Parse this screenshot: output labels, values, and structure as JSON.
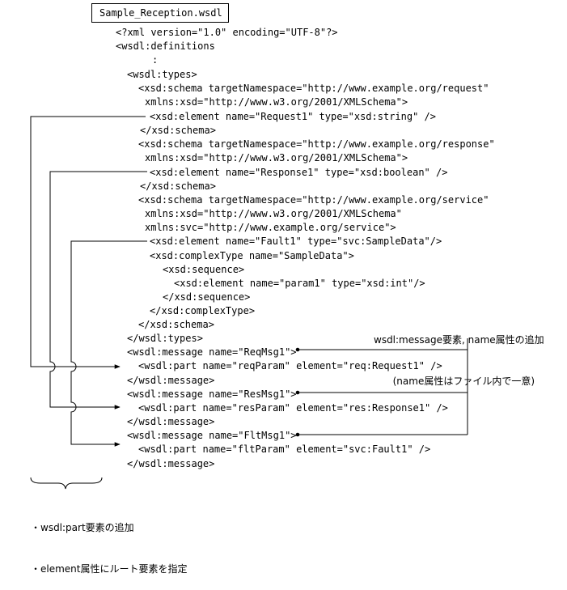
{
  "file_title": "Sample_Reception.wsdl",
  "code_lines": [
    "<?xml version=\"1.0\" encoding=\"UTF-8\"?>",
    "<wsdl:definitions",
    ":",
    "<wsdl:types>",
    "<xsd:schema targetNamespace=\"http://www.example.org/request\"",
    "xmlns:xsd=\"http://www.w3.org/2001/XMLSchema\">",
    "<xsd:element name=\"Request1\" type=\"xsd:string\" />",
    "</xsd:schema>",
    "<xsd:schema targetNamespace=\"http://www.example.org/response\"",
    "xmlns:xsd=\"http://www.w3.org/2001/XMLSchema\">",
    "<xsd:element name=\"Response1\" type=\"xsd:boolean\" />",
    "</xsd:schema>",
    "<xsd:schema targetNamespace=\"http://www.example.org/service\"",
    "xmlns:xsd=\"http://www.w3.org/2001/XMLSchema\"",
    "xmlns:svc=\"http://www.example.org/service\">",
    "<xsd:element name=\"Fault1\" type=\"svc:SampleData\"/>",
    "<xsd:complexType name=\"SampleData\">",
    "<xsd:sequence>",
    "<xsd:element name=\"param1\" type=\"xsd:int\"/>",
    "</xsd:sequence>",
    "</xsd:complexType>",
    "</xsd:schema>",
    "</wsdl:types>",
    "<wsdl:message name=\"ReqMsg1\">",
    "<wsdl:part name=\"reqParam\" element=\"req:Request1\" />",
    "</wsdl:message>",
    "<wsdl:message name=\"ResMsg1\">",
    "<wsdl:part name=\"resParam\" element=\"res:Response1\" />",
    "</wsdl:message>",
    "<wsdl:message name=\"FltMsg1\">",
    "<wsdl:part name=\"fltParam\" element=\"svc:Fault1\" />",
    "</wsdl:message>"
  ],
  "annotation_message": {
    "line1": "wsdl:message要素, name属性の追加",
    "line2": "(name属性はファイル内で一意)"
  },
  "annotation_part": {
    "line1": "・wsdl:part要素の追加",
    "line2": "・element属性にルート要素を指定"
  }
}
